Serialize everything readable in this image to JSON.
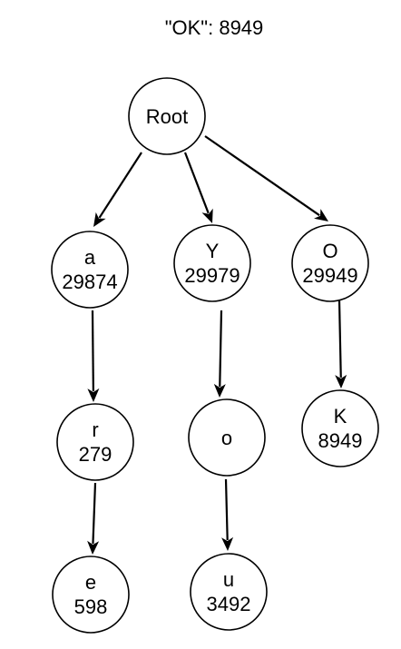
{
  "diagram": {
    "title": "\"OK\": 8949",
    "nodes": {
      "root": {
        "char": "Root",
        "count": ""
      },
      "a": {
        "char": "a",
        "count": "29874"
      },
      "ar": {
        "char": "r",
        "count": "279"
      },
      "are": {
        "char": "e",
        "count": "598"
      },
      "y": {
        "char": "Y",
        "count": "29979"
      },
      "yo": {
        "char": "o",
        "count": ""
      },
      "you": {
        "char": "u",
        "count": "3492"
      },
      "o": {
        "char": "O",
        "count": "29949"
      },
      "ok": {
        "char": "K",
        "count": "8949"
      }
    },
    "edges": [
      [
        "root",
        "a"
      ],
      [
        "root",
        "y"
      ],
      [
        "root",
        "o"
      ],
      [
        "a",
        "ar"
      ],
      [
        "ar",
        "are"
      ],
      [
        "y",
        "yo"
      ],
      [
        "yo",
        "you"
      ],
      [
        "o",
        "ok"
      ]
    ]
  }
}
